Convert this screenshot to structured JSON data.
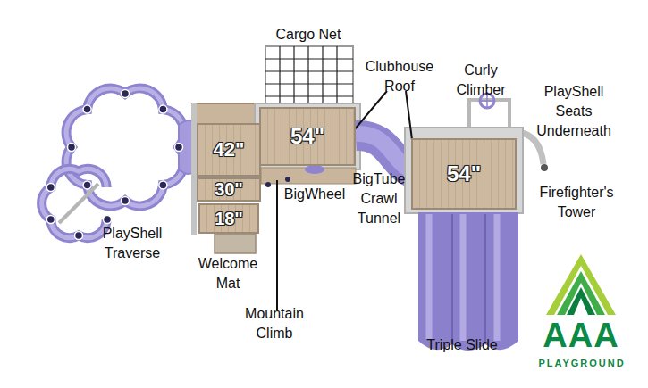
{
  "diagram": {
    "nodes": [
      {
        "text": [
          "54\""
        ]
      },
      {
        "text": [
          "42\""
        ]
      },
      {
        "text": [
          "30\""
        ]
      },
      {
        "text": [
          "18\""
        ]
      },
      {
        "text": [
          "54\""
        ]
      }
    ],
    "labels": [
      "Cargo Net",
      "Clubhouse Roof",
      "Curly Climber",
      "PlayShell Seats Underneath",
      "Firefighter's Tower",
      "BigWheel",
      "BigTube Crawl Tunnel",
      "PlayShell Traverse",
      "Welcome Mat",
      "Mountain Climb",
      "Triple Slide",
      "AAA",
      "PLAYGROUND"
    ]
  }
}
